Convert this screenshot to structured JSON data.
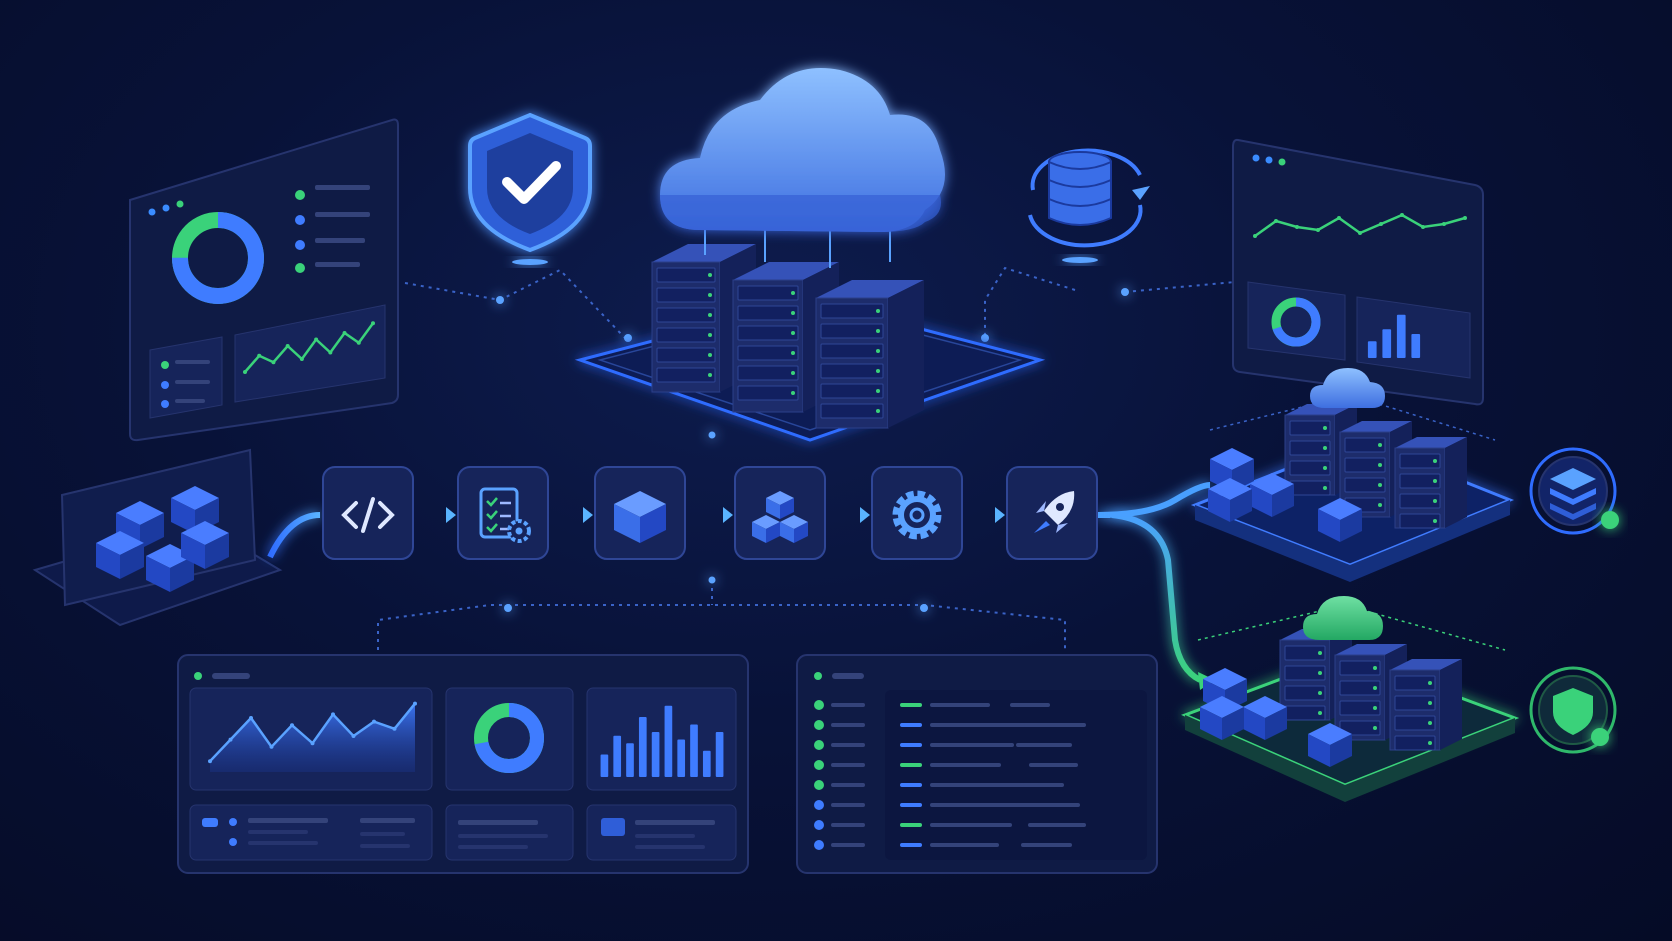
{
  "colors": {
    "background": "#070f30",
    "panel": "#0f1b45",
    "panel_border": "#26346e",
    "accent_blue": "#3f7cff",
    "bright_blue": "#5aa2ff",
    "accent_green": "#3ad27a",
    "server_body": "#1d2c6b",
    "server_top": "#3552b8",
    "cloud_light": "#7cb2ff",
    "cloud_dark": "#3b6ee0",
    "code_line": "#34437a"
  },
  "icons": {
    "security": "shield-check-icon",
    "cloud": "cloud-icon",
    "database": "database-sync-icon",
    "source": "cubes-icon",
    "pipeline": [
      "code-icon",
      "checklist-gear-icon",
      "cube-icon",
      "cubes-stack-icon",
      "gear-icon",
      "rocket-icon"
    ],
    "blue_env_badge": "layers-icon",
    "green_env_badge": "shield-icon"
  },
  "pipeline_stage_count": 6,
  "left_dashboard": {
    "donut_fraction": 0.75,
    "line_series": [
      0.2,
      0.45,
      0.35,
      0.6,
      0.4,
      0.7,
      0.5,
      0.8,
      0.65,
      0.95
    ]
  },
  "right_dashboard": {
    "line_series": [
      0.4,
      0.65,
      0.55,
      0.5,
      0.7,
      0.45,
      0.6,
      0.75,
      0.55,
      0.6,
      0.7
    ],
    "donut_fraction": 0.7,
    "bars": [
      0.35,
      0.6,
      0.9,
      0.5
    ]
  },
  "bottom_dashboard": {
    "area_series": [
      0.15,
      0.45,
      0.75,
      0.35,
      0.65,
      0.4,
      0.8,
      0.5,
      0.7,
      0.6,
      0.95
    ],
    "donut_fraction": 0.72,
    "bars": [
      0.3,
      0.55,
      0.45,
      0.8,
      0.6,
      0.95,
      0.5,
      0.7,
      0.35,
      0.6
    ]
  },
  "log_panel": {
    "rows": 8,
    "status": [
      "green",
      "green",
      "green",
      "green",
      "green",
      "blue",
      "blue",
      "blue"
    ]
  }
}
